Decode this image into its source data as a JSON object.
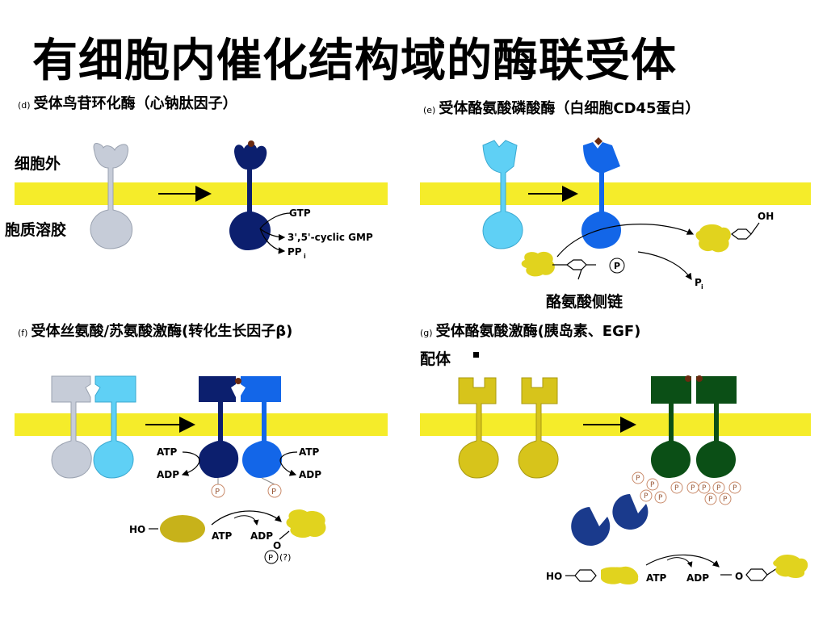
{
  "title": "有细胞内催化结构域的酶联受体",
  "panels": {
    "d": {
      "tag": "(d)",
      "title": "受体鸟苷环化酶（心钠肽因子）",
      "outside": "细胞外",
      "inside": "胞质溶胶",
      "gtp": "GTP",
      "cgmp": "3',5'-cyclic GMP",
      "ppi": "PP",
      "ppi_sub": "i"
    },
    "e": {
      "tag": "(e)",
      "title": "受体酪氨酸磷酸酶（白细胞CD45蛋白）",
      "oh": "OH",
      "pi": "P",
      "pi_sub": "i",
      "p": "P",
      "side_chain": "酪氨酸侧链"
    },
    "f": {
      "tag": "(f)",
      "title": "受体丝氨酸/苏氨酸激酶(转化生长因子β)",
      "atp": "ATP",
      "adp": "ADP",
      "p": "P",
      "ho": "HO",
      "o": "O",
      "q": "(?)"
    },
    "g": {
      "tag": "(g)",
      "title": "受体酪氨酸激酶(胰岛素、EGF)",
      "ligand": "配体",
      "atp": "ATP",
      "adp": "ADP",
      "p": "P",
      "ho": "HO",
      "o": "O"
    }
  },
  "colors": {
    "membrane": "#f5ec2a",
    "grey": "#c6ccd8",
    "dark_navy": "#0c1f6e",
    "light_blue": "#5fd0f5",
    "medium_blue": "#1366e8",
    "mustard": "#d7c41b",
    "dark_green": "#0b4f16",
    "ligand_dot": "#6a2a10",
    "arrow": "#000000"
  }
}
